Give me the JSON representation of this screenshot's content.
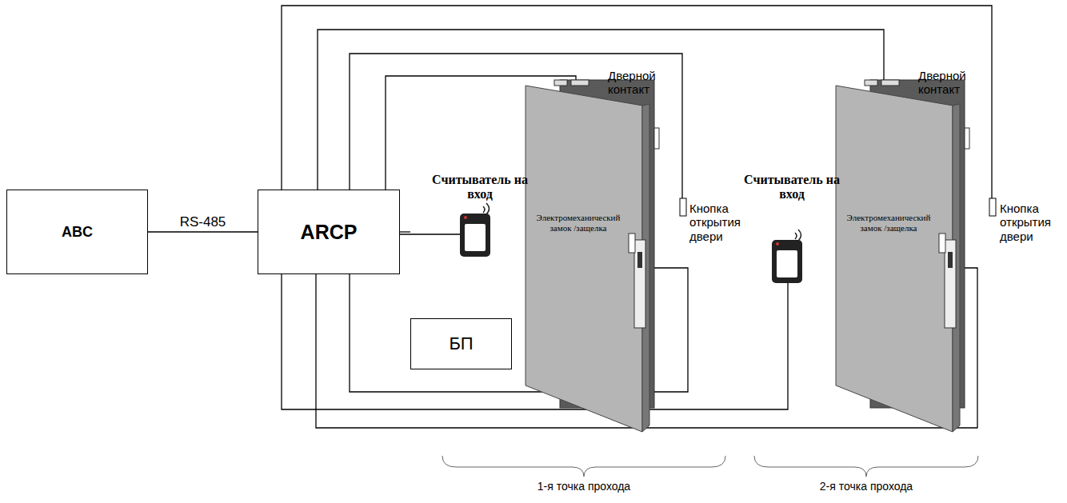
{
  "diagram": {
    "nodes": [
      {
        "text": [
          "ABC"
        ]
      },
      {
        "text": [
          "ARCP"
        ]
      },
      {
        "text": [
          "БП"
        ]
      }
    ],
    "edges": [
      {
        "from": 0,
        "to": 1,
        "label": "RS-485",
        "arrow": "none"
      },
      {
        "from": 1,
        "to": 2,
        "arrow": "none"
      }
    ],
    "labels": [
      "Дверной контакт",
      "Дверной контакт",
      "Считыватель на вход",
      "Считыватель на вход",
      "Электромеханический замок /защелка",
      "Электромеханический замок /защелка",
      "Кнопка открытия двери",
      "Кнопка открытия двери",
      "1-я точка прохода",
      "2-я точка прохода"
    ]
  }
}
